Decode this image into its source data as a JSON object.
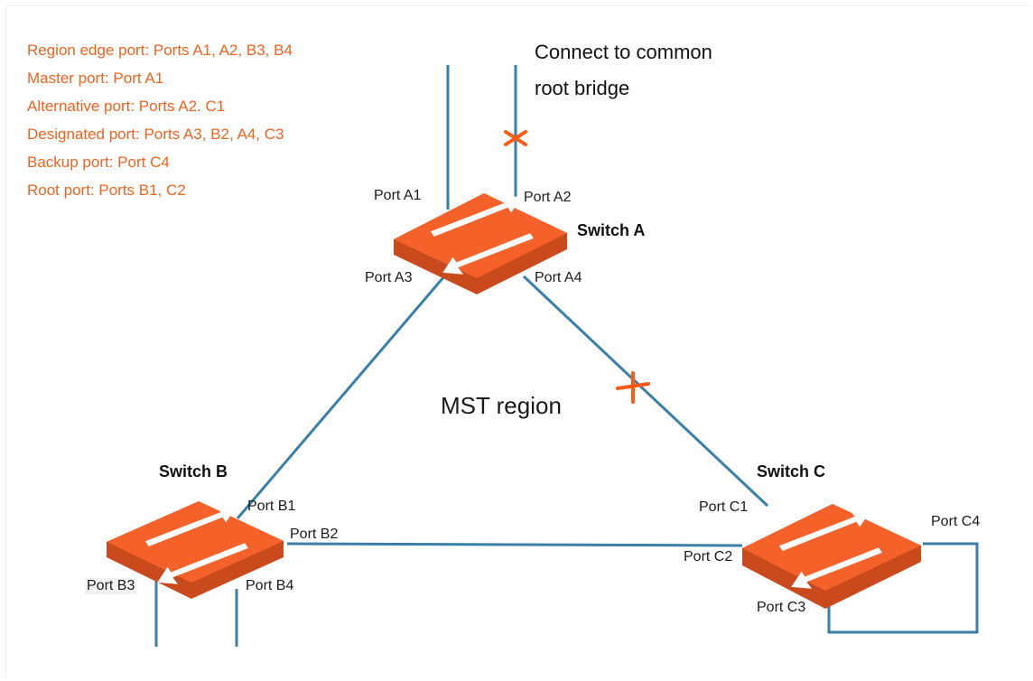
{
  "legend": {
    "items": [
      "Region edge port: Ports A1, A2, B3, B4",
      "Master port: Port A1",
      "Alternative port: Ports A2. C1",
      "Designated port: Ports A3, B2, A4, C3",
      "Backup port: Port C4",
      "Root port: Ports B1, C2"
    ]
  },
  "connect_text": {
    "line1": "Connect to common",
    "line2": "root bridge"
  },
  "region_label": "MST region",
  "switches": {
    "a": {
      "name": "Switch A"
    },
    "b": {
      "name": "Switch B"
    },
    "c": {
      "name": "Switch C"
    }
  },
  "ports": {
    "a1": "Port A1",
    "a2": "Port A2",
    "a3": "Port A3",
    "a4": "Port A4",
    "b1": "Port B1",
    "b2": "Port B2",
    "b3": "Port B3",
    "b4": "Port B4",
    "c1": "Port C1",
    "c2": "Port C2",
    "c3": "Port C3",
    "c4": "Port C4"
  },
  "colors": {
    "link": "#3a7fa8",
    "switch_top": "#f4622a",
    "switch_side": "#c94a1c",
    "block_mark": "#ff5a14",
    "legend_text": "#f0631f"
  }
}
